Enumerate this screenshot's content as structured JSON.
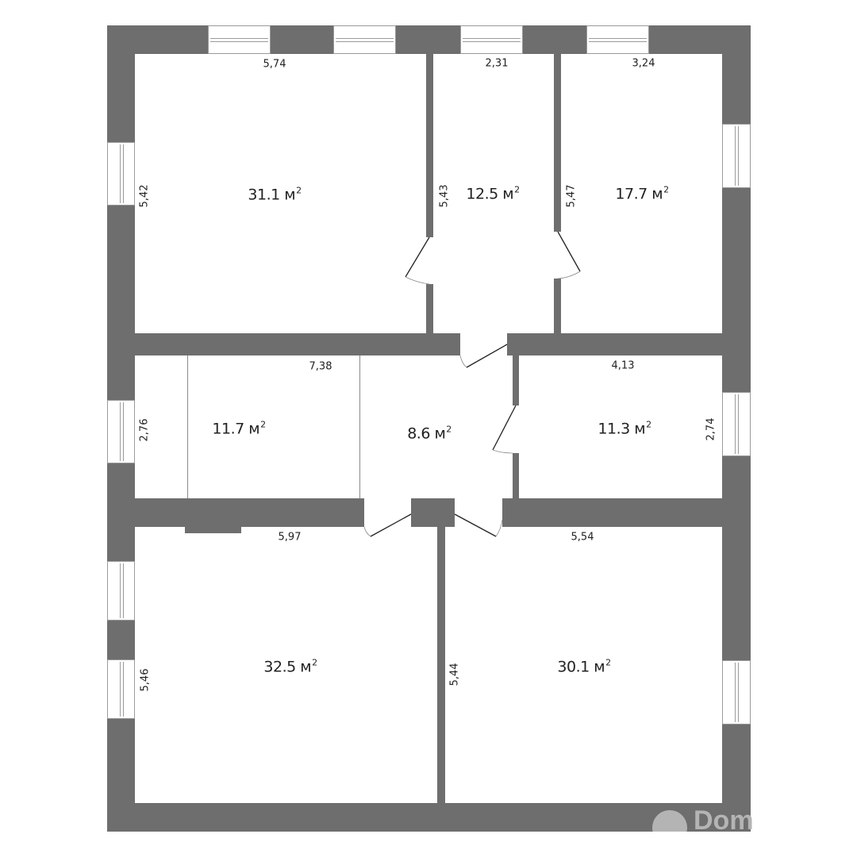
{
  "colors": {
    "wall": "#6e6e6e",
    "background": "#ffffff",
    "text": "#222222",
    "logo": "#b4b4b4"
  },
  "rooms": [
    {
      "id": "top-left",
      "area": "31.1",
      "unit": "м",
      "sup": "2",
      "width_label": "5,74",
      "height_label": "5,42"
    },
    {
      "id": "top-middle",
      "area": "12.5",
      "unit": "м",
      "sup": "2",
      "width_label": "2,31",
      "height_label": "5,43"
    },
    {
      "id": "top-right",
      "area": "17.7",
      "unit": "м",
      "sup": "2",
      "width_label": "3,24",
      "height_label": "5,47"
    },
    {
      "id": "middle-left",
      "area": "11.7",
      "unit": "м",
      "sup": "2",
      "width_label": "7,38",
      "height_label": "2,76"
    },
    {
      "id": "hall",
      "area": "8.6",
      "unit": "м",
      "sup": "2"
    },
    {
      "id": "middle-right",
      "area": "11.3",
      "unit": "м",
      "sup": "2",
      "width_label": "4,13",
      "height_label": "2,74"
    },
    {
      "id": "bottom-left",
      "area": "32.5",
      "unit": "м",
      "sup": "2",
      "width_label": "5,97",
      "height_label": "5,46"
    },
    {
      "id": "bottom-right",
      "area": "30.1",
      "unit": "м",
      "sup": "2",
      "width_label": "5,54",
      "height_label": "5,44"
    }
  ],
  "watermark": {
    "text": "Dom"
  }
}
